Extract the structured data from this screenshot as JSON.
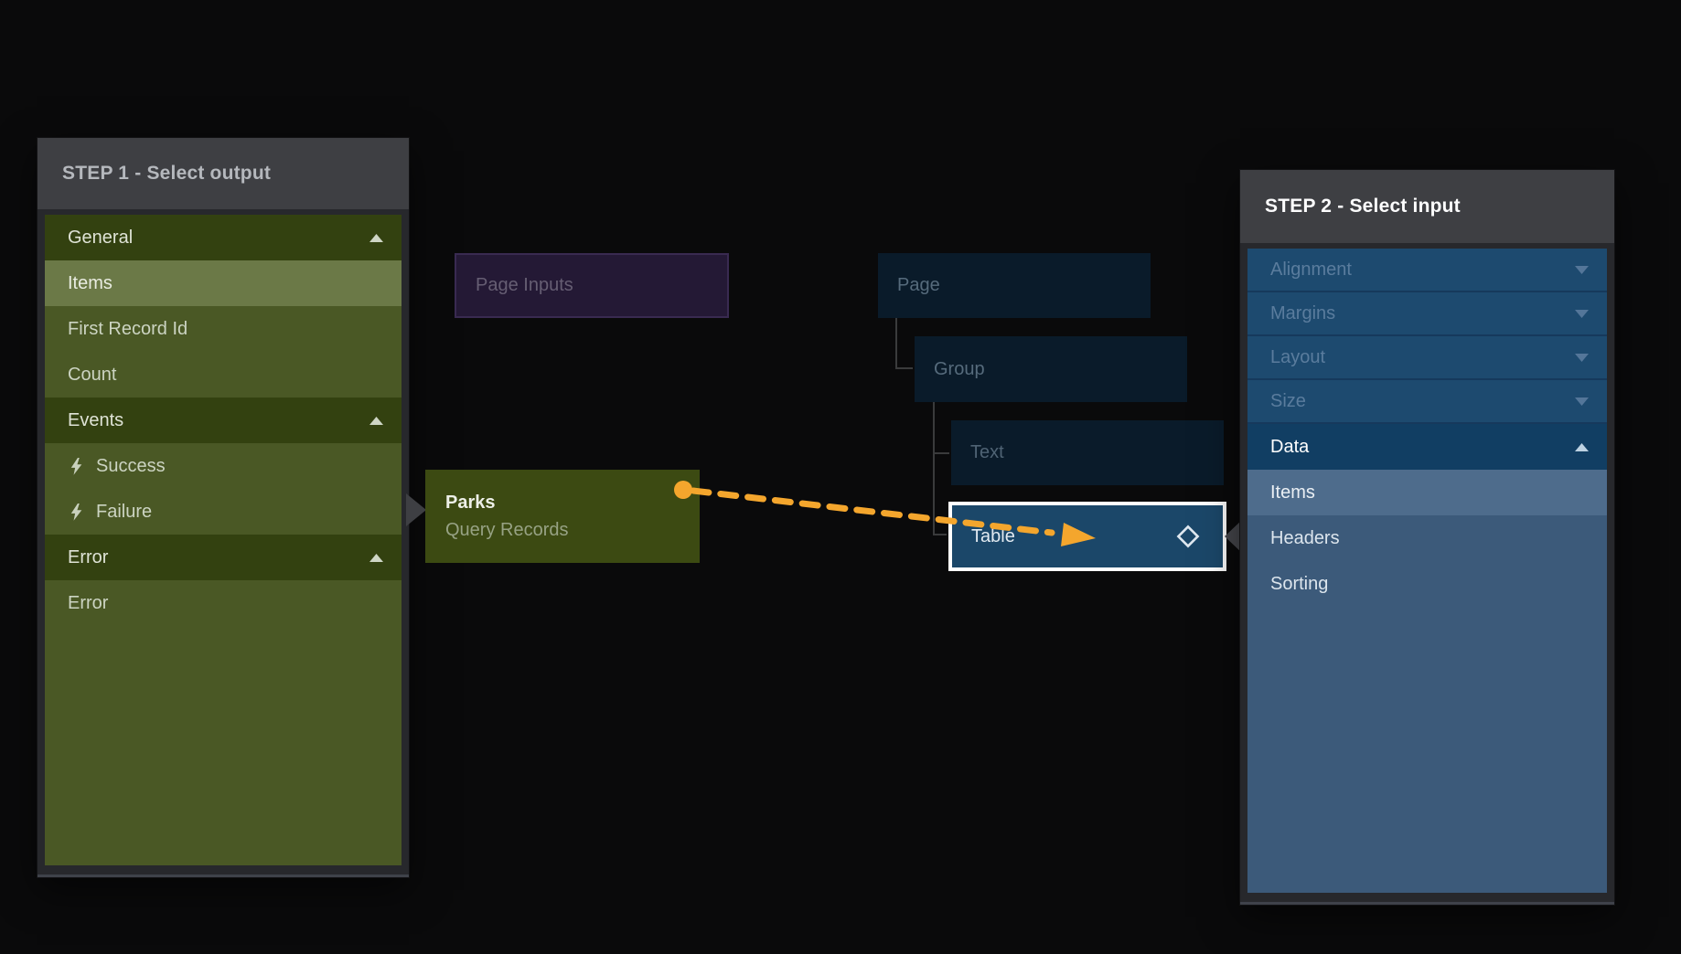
{
  "step1": {
    "title": "STEP 1 - Select output",
    "rows": [
      {
        "label": "General",
        "type": "section",
        "chevron": "up"
      },
      {
        "label": "Items",
        "type": "item",
        "selected": true
      },
      {
        "label": "First Record Id",
        "type": "item"
      },
      {
        "label": "Count",
        "type": "item"
      },
      {
        "label": "Events",
        "type": "section",
        "chevron": "up"
      },
      {
        "label": "Success",
        "type": "item",
        "icon": "lightning-icon"
      },
      {
        "label": "Failure",
        "type": "item",
        "icon": "lightning-icon"
      },
      {
        "label": "Error",
        "type": "section",
        "chevron": "up"
      },
      {
        "label": "Error",
        "type": "item"
      }
    ]
  },
  "step2": {
    "title": "STEP 2 - Select input",
    "rows": [
      {
        "label": "Alignment",
        "type": "group",
        "state": "collapsed",
        "chevron": "down"
      },
      {
        "label": "Margins",
        "type": "group",
        "state": "collapsed",
        "chevron": "down"
      },
      {
        "label": "Layout",
        "type": "group",
        "state": "collapsed",
        "chevron": "down"
      },
      {
        "label": "Size",
        "type": "group",
        "state": "collapsed",
        "chevron": "down"
      },
      {
        "label": "Data",
        "type": "group",
        "state": "expanded",
        "chevron": "up"
      },
      {
        "label": "Items",
        "type": "item",
        "selected": true
      },
      {
        "label": "Headers",
        "type": "item"
      },
      {
        "label": "Sorting",
        "type": "item"
      }
    ]
  },
  "nodes": {
    "page_inputs": {
      "label": "Page Inputs"
    },
    "page": {
      "label": "Page"
    },
    "group": {
      "label": "Group"
    },
    "text": {
      "label": "Text"
    },
    "table": {
      "label": "Table",
      "icon": "diamond-icon",
      "highlighted": true
    },
    "parks": {
      "title": "Parks",
      "subtitle": "Query Records"
    }
  },
  "connection": {
    "from": "Parks",
    "to": "Table",
    "style": "dashed-arrow",
    "color": "#f4a62d"
  },
  "colors": {
    "background": "#0a0a0b",
    "panel_frame": "#27282c",
    "panel_header": "#3e3f43",
    "olive_section": "#334110",
    "olive_item": "#4a5825",
    "olive_selected": "#6b7947",
    "parks_node": "#3c4a12",
    "purple_node": "#241935",
    "navy_node": "#0a1b2a",
    "table_node": "#1b4769",
    "blue_collapsed": "#1d4a6f",
    "blue_datahead": "#113e63",
    "blue_item": "#3c5a7a",
    "blue_selected": "#4e6c8c",
    "accent_orange": "#f4a62d"
  }
}
